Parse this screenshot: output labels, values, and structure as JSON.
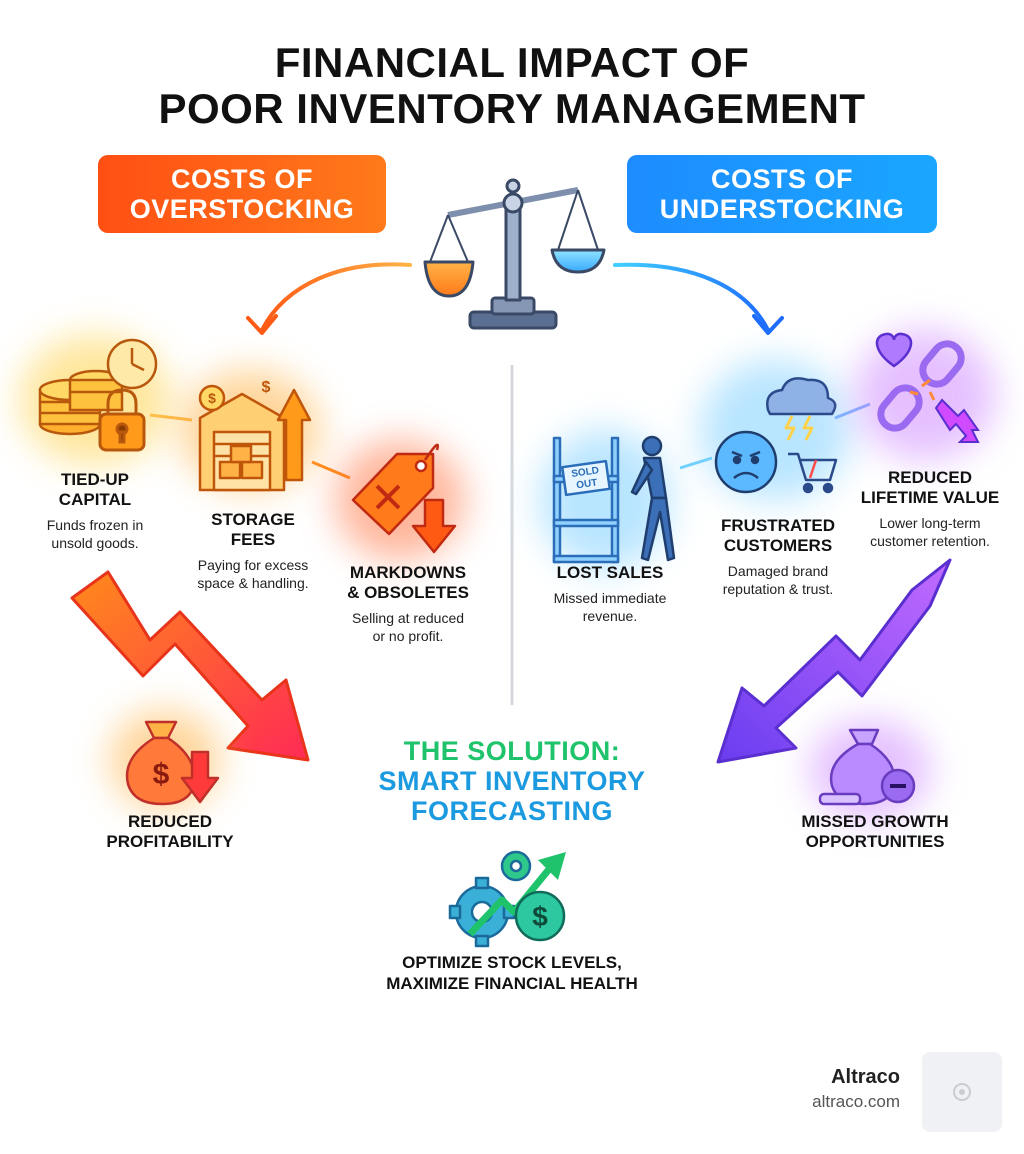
{
  "title": {
    "line1": "FINANCIAL IMPACT OF",
    "line2": "POOR INVENTORY MANAGEMENT"
  },
  "overstocking": {
    "header_line1": "COSTS OF",
    "header_line2": "OVERSTOCKING",
    "color": "#ff5a14",
    "items": [
      {
        "label_line1": "TIED-UP",
        "label_line2": "CAPITAL",
        "desc_line1": "Funds frozen in",
        "desc_line2": "unsold goods."
      },
      {
        "label_line1": "STORAGE",
        "label_line2": "FEES",
        "desc_line1": "Paying for excess",
        "desc_line2": "space & handling."
      },
      {
        "label_line1": "MARKDOWNS",
        "label_line2": "& OBSOLETES",
        "desc_line1": "Selling at reduced",
        "desc_line2": "or no profit."
      }
    ],
    "result_line1": "REDUCED",
    "result_line2": "PROFITABILITY"
  },
  "understocking": {
    "header_line1": "COSTS OF",
    "header_line2": "UNDERSTOCKING",
    "color": "#1d8cff",
    "items": [
      {
        "label_line1": "LOST SALES",
        "label_line2": "",
        "desc_line1": "Missed immediate",
        "desc_line2": "revenue."
      },
      {
        "label_line1": "FRUSTRATED",
        "label_line2": "CUSTOMERS",
        "desc_line1": "Damaged brand",
        "desc_line2": "reputation & trust."
      },
      {
        "label_line1": "REDUCED",
        "label_line2": "LIFETIME VALUE",
        "desc_line1": "Lower long-term",
        "desc_line2": "customer retention."
      }
    ],
    "sold_out_sign": "SOLD OUT",
    "result_line1": "MISSED GROWTH",
    "result_line2": "OPPORTUNITIES"
  },
  "solution": {
    "line1": "THE SOLUTION:",
    "line2": "SMART INVENTORY",
    "line3": "FORECASTING",
    "tagline_line1": "OPTIMIZE STOCK LEVELS,",
    "tagline_line2": "MAXIMIZE FINANCIAL HEALTH",
    "color_primary": "#1fc36b",
    "color_secondary": "#1b9ae0"
  },
  "brand": {
    "name": "Altraco",
    "url": "altraco.com"
  },
  "icons": [
    "scale-icon",
    "coins-icon",
    "lock-icon",
    "clock-icon",
    "warehouse-icon",
    "price-tag-icon",
    "down-arrow-icon",
    "shelf-icon",
    "walking-person-icon",
    "angry-face-icon",
    "storm-cloud-icon",
    "shopping-cart-icon",
    "heart-icon",
    "broken-chain-icon",
    "money-bag-icon",
    "gears-icon",
    "trend-arrow-icon",
    "dollar-coin-icon"
  ]
}
